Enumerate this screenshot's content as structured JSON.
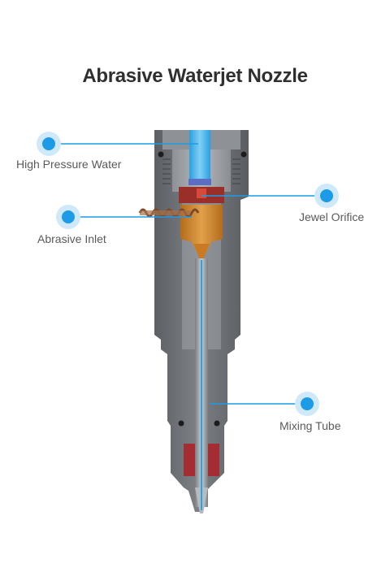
{
  "title": "Abrasive Waterjet Nozzle",
  "labels": {
    "high_pressure_water": "High Pressure Water",
    "abrasive_inlet": "Abrasive Inlet",
    "jewel_orifice": "Jewel Orifice",
    "mixing_tube": "Mixing Tube"
  },
  "colors": {
    "marker": "#1e9be6",
    "leader_line": "#1e9be6",
    "body_dark": "#6b6e73",
    "body_light": "#a6a9ad",
    "water": "#3fb3f0",
    "orifice_holder": "#9a2f2a",
    "mixing_chamber": "#c9822a",
    "abrasive_hose": "#7b4a2c"
  }
}
